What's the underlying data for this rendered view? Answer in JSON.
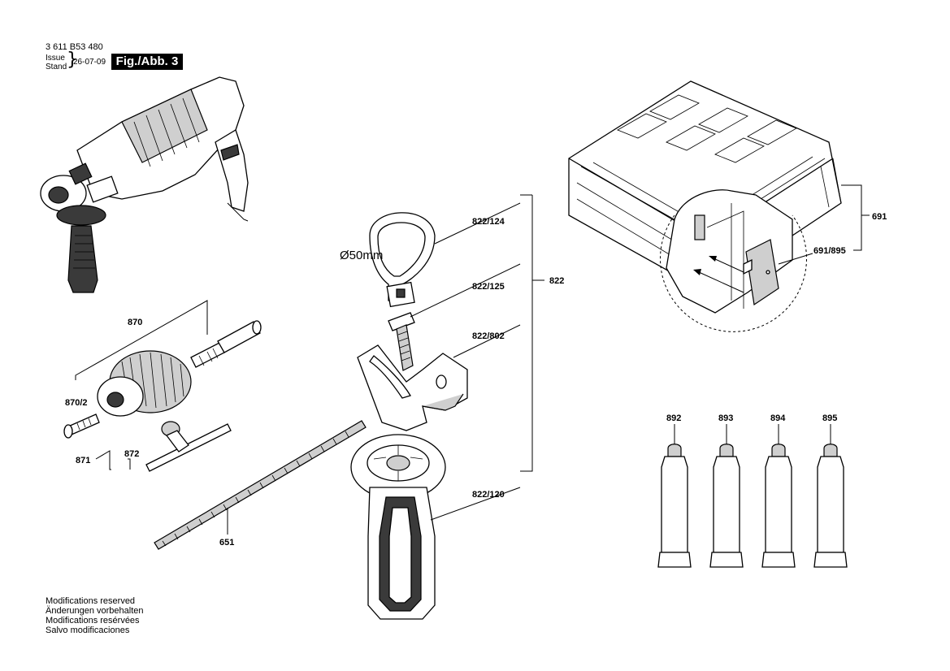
{
  "header": {
    "part_number": "3 611 B53 480",
    "issue_line1": "Issue",
    "issue_line2": "Stand",
    "date": "26-07-09",
    "figure": "Fig./Abb. 3"
  },
  "parts": {
    "p870": "870",
    "p870_2": "870/2",
    "p871": "871",
    "p872": "872",
    "p651": "651",
    "p822": "822",
    "p822_124": "822/124",
    "p822_125": "822/125",
    "p822_802": "822/802",
    "p822_120": "822/120",
    "p691": "691",
    "p691_895": "691/895",
    "p892": "892",
    "p893": "893",
    "p894": "894",
    "p895": "895"
  },
  "dimension": "Ø50mm",
  "footer": {
    "line1": "Modifications reserved",
    "line2": "Änderungen vorbehalten",
    "line3": "Modifications resérvées",
    "line4": "Salvo modificaciones"
  }
}
